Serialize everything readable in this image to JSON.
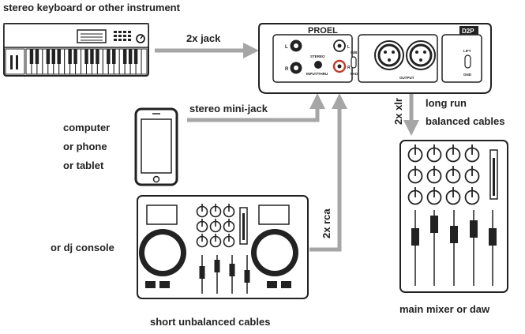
{
  "labels": {
    "keyboard": "stereo keyboard or other instrument",
    "jack": "2x jack",
    "minijack": "stereo mini-jack",
    "computer_1": "computer",
    "computer_2": "or phone",
    "computer_3": "or tablet",
    "dj": "or dj console",
    "rca": "2x rca",
    "xlr": "2x xlr",
    "longrun_1": "long run",
    "longrun_2": "balanced cables",
    "mixer": "main mixer or daw",
    "unbalanced": "short unbalanced  cables"
  },
  "device": {
    "brand": "PROEL",
    "model": "D2P",
    "l_left": "L",
    "r_left": "R",
    "stereo": "STEREO",
    "input_thru": "INPUT/THRU",
    "l_right": "L",
    "r_right": "R",
    "pad": "PAD",
    "dB": "0dB",
    "output": "OUTPUT",
    "lift": "LIFT",
    "gnd": "GND"
  },
  "colors": {
    "arrow": "#a6a6a6",
    "ink": "#222222",
    "rca_red": "#c0392b"
  }
}
